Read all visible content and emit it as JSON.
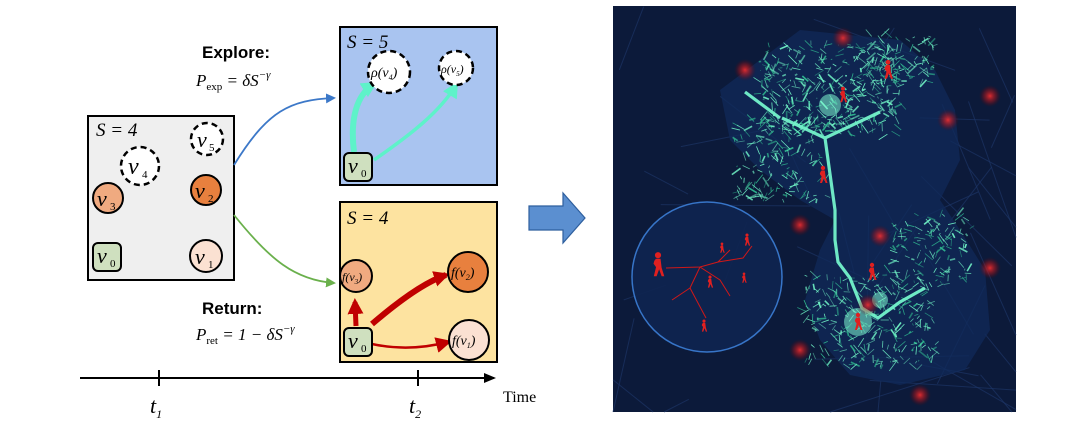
{
  "panels": {
    "start": {
      "state_label": "S = 4",
      "nodes": {
        "v0": "v",
        "v1": "v",
        "v2": "v",
        "v3": "v",
        "v4": "v",
        "v5": "v"
      },
      "subs": {
        "v0": "0",
        "v1": "1",
        "v2": "2",
        "v3": "3",
        "v4": "4",
        "v5": "5"
      }
    },
    "explore": {
      "state_label": "S = 5",
      "node_v0": "v",
      "node_v0_sub": "0",
      "rho_v4": "ρ(v",
      "rho_v4_sub": "4",
      "rho_v5": "ρ(v",
      "rho_v5_sub": "5"
    },
    "return": {
      "state_label": "S = 4",
      "node_v0": "v",
      "node_v0_sub": "0",
      "f_v1": "f(v",
      "f_v1_sub": "1",
      "f_v2": "f(v",
      "f_v2_sub": "2",
      "f_v3": "f(v",
      "f_v3_sub": "3"
    }
  },
  "explore_rule": {
    "title": "Explore:",
    "formula_lhs": "P",
    "formula_sub": "exp",
    "formula_rhs": " = δS",
    "formula_exp": "−γ"
  },
  "return_rule": {
    "title": "Return:",
    "formula_lhs": "P",
    "formula_sub": "ret",
    "formula_rhs": " = 1 − δS",
    "formula_exp": "−γ"
  },
  "timeline": {
    "label": "Time",
    "t1": "t",
    "t1_sub": "1",
    "t2": "t",
    "t2_sub": "2"
  },
  "colors": {
    "explore_bg": "#a9c4f0",
    "return_bg": "#fde3a0",
    "start_bg": "#efefef",
    "v0_fill": "#cfe0bf",
    "v1_fill": "#fbe1d2",
    "v2_fill": "#e8803e",
    "v3_fill": "#f0aa80",
    "cyan_arrow": "#5ef2c9",
    "red_arrow": "#c00000",
    "blue_link": "#3c78c8",
    "green_link": "#6ab04c",
    "arrow_block": "#5b8fd0",
    "map_bg": "#0c1a3a",
    "map_network": "#6ff0c4"
  }
}
